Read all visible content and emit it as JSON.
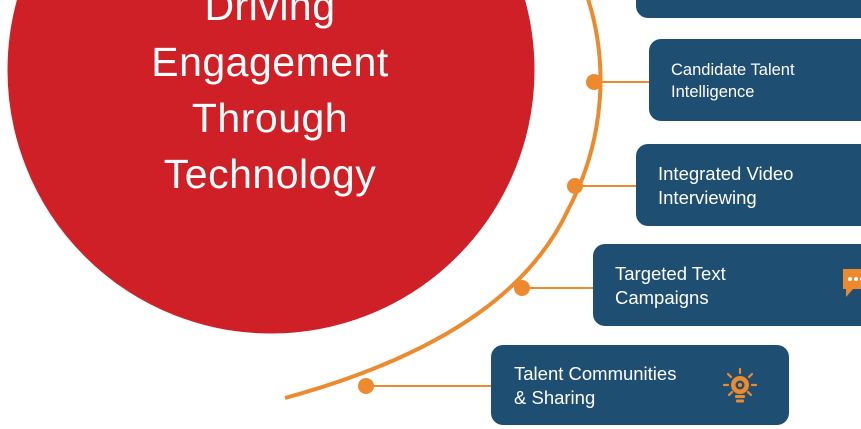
{
  "hero": {
    "title_lines": [
      "Driving",
      "Engagement",
      "Through",
      "Technology"
    ],
    "circle_color": "#cf2027"
  },
  "accent_color": "#ee8a2e",
  "card_color": "#1f4e73",
  "cards": [
    {
      "lines": [
        "Candidate Talent",
        "Intelligence"
      ]
    },
    {
      "lines": [
        "Integrated Video",
        "Interviewing"
      ]
    },
    {
      "lines": [
        "Targeted Text",
        "Campaigns"
      ],
      "icon": "chat-bubble-icon"
    },
    {
      "lines": [
        "Talent Communities",
        "& Sharing"
      ],
      "icon": "lightbulb-icon"
    }
  ]
}
